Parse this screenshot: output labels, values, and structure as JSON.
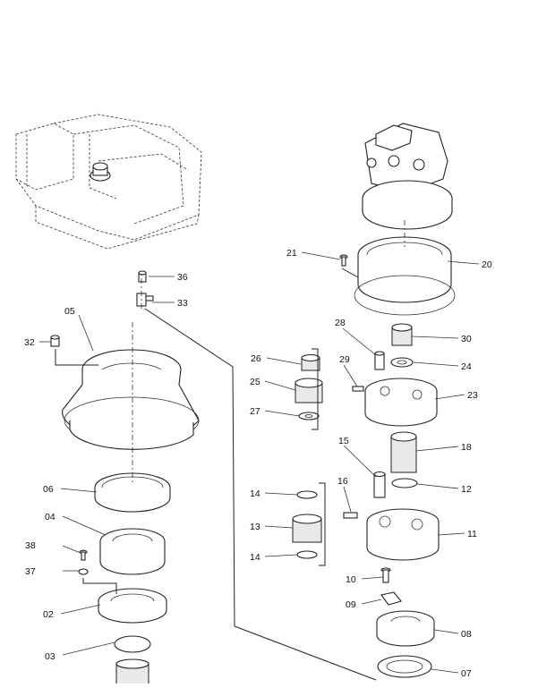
{
  "callouts": [
    "36",
    "33",
    "05",
    "32",
    "06",
    "04",
    "38",
    "37",
    "02",
    "03",
    "21",
    "20",
    "28",
    "30",
    "26",
    "29",
    "24",
    "25",
    "23",
    "27",
    "15",
    "18",
    "12",
    "16",
    "14",
    "13",
    "11",
    "10",
    "09",
    "08",
    "07"
  ],
  "icons": [
    "excavator-overview-icon",
    "swing-motor-icon"
  ]
}
